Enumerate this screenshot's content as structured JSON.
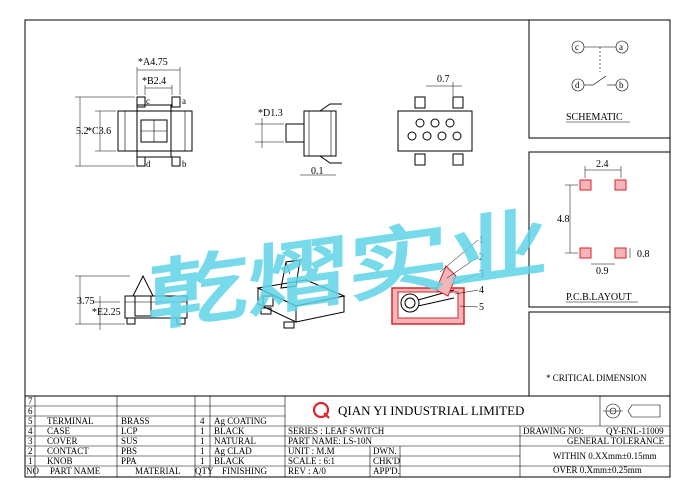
{
  "watermark": "乾熠实业",
  "views": {
    "front": {
      "a475": "*A4.75",
      "b24": "*B2.4",
      "w52": "5.2",
      "c36": "*C3.6",
      "c": "c",
      "a": "a",
      "d": "d",
      "b": "b"
    },
    "side": {
      "d13": "*D1.3",
      "d01": "0.1"
    },
    "bottom": {
      "d07": "0.7"
    },
    "lower": {
      "d375": "3.75",
      "e225": "*E2.25"
    },
    "section": {
      "c1": "1",
      "c2": "2",
      "c3": "3",
      "c4": "4",
      "c5": "5"
    }
  },
  "schematic": {
    "title": "SCHEMATIC",
    "c": "c",
    "a": "a",
    "d": "d",
    "b": "b"
  },
  "pcb": {
    "title": "P.C.B.LAYOUT",
    "d24": "2.4",
    "d48": "4.8",
    "d09": "0.9",
    "d08": "0.8"
  },
  "critical": "* CRITICAL  DIMENSION",
  "company": "QIAN YI INDUSTRIAL LIMITED",
  "bom": {
    "rows": [
      {
        "no": "7",
        "part": "",
        "mat": "",
        "qty": "",
        "fin": ""
      },
      {
        "no": "6",
        "part": "",
        "mat": "",
        "qty": "",
        "fin": ""
      },
      {
        "no": "5",
        "part": "TERMINAL",
        "mat": "BRASS",
        "qty": "4",
        "fin": "Ag COATING"
      },
      {
        "no": "4",
        "part": "CASE",
        "mat": "LCP",
        "qty": "1",
        "fin": "BLACK"
      },
      {
        "no": "3",
        "part": "COVER",
        "mat": "SUS",
        "qty": "1",
        "fin": "NATURAL"
      },
      {
        "no": "2",
        "part": "CONTACT",
        "mat": "PBS",
        "qty": "1",
        "fin": "Ag CLAD"
      },
      {
        "no": "1",
        "part": "KNOB",
        "mat": "PPA",
        "qty": "1",
        "fin": "BLACK"
      }
    ],
    "head": {
      "no": "NO",
      "part": "PART NAME",
      "mat": "MATERIAL",
      "qty": "QTY",
      "fin": "FINISHING"
    }
  },
  "title_block": {
    "series": "SERIES : LEAF SWITCH",
    "part_name": "PART NAME: LS-10N",
    "unit": "UNIT : M.M",
    "dwn": "DWN.",
    "scale": "SCALE : 6:1",
    "chkd": "CHK'D",
    "rev": "REV  : A/0",
    "appd": "APP'D.",
    "drawing_no_label": "DRAWING NO:",
    "drawing_no": "QY-ENL-11009",
    "gen_tol": "GENERAL TOLERANCE",
    "within": "WITHIN 0.XXmm±0.15mm",
    "over": "OVER   0.Xmm±0.25mm"
  },
  "colors": {
    "watermark": "#5fd3e8",
    "red": "#d8262c",
    "pink": "#f4b5b8"
  }
}
